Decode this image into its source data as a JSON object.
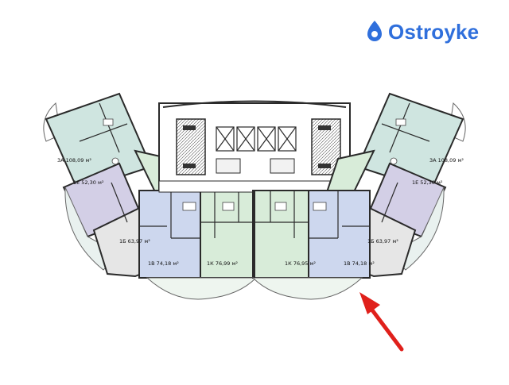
{
  "brand": {
    "name": "Ostroyke",
    "color": "#2f6fdc",
    "icon": "ostroyke-logo-icon"
  },
  "apartments": {
    "left_3a": "3А 108,09 м²",
    "left_1e": "1Е 52,30 м²",
    "left_1b": "1Б 63,97 м²",
    "left_1v": "1В 74,18 м²",
    "left_1k": "1К 76,99 м²",
    "right_1k": "1К 76,95 м²",
    "right_1v": "1В 74,18 м²",
    "right_1b": "1Б 63,97 м²",
    "right_1e": "1Е 52,30 м²",
    "right_3a": "3А 108,09 м²"
  },
  "colors": {
    "teal": "#cfe5e0",
    "purple": "#d3cfe6",
    "grey": "#e6e6e6",
    "blue": "#cdd7ee",
    "green": "#d8ecd9",
    "walls": "#2a2a2a",
    "arrow": "#e0201b"
  },
  "annotation": {
    "arrow_icon": "red-arrow-icon"
  }
}
